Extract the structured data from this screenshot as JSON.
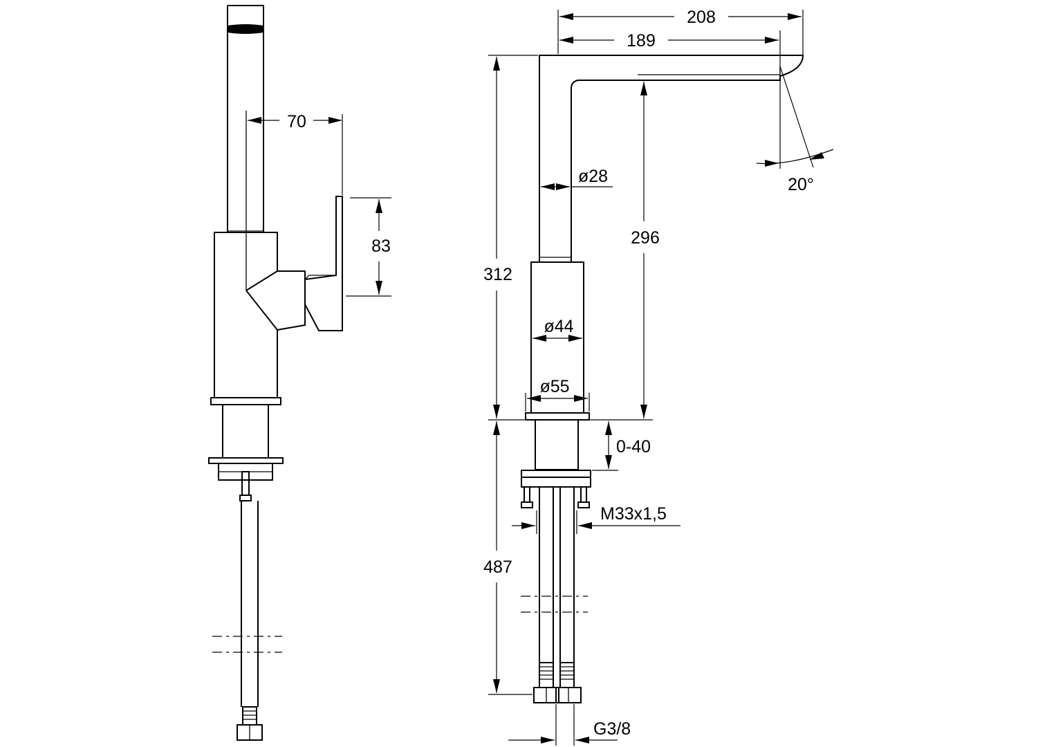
{
  "dimensions": {
    "handle_offset": "70",
    "lever_height": "83",
    "outer_reach": "208",
    "spout_reach": "189",
    "spout_diameter": "ø28",
    "swivel_angle": "20°",
    "total_height": "312",
    "outlet_height": "296",
    "body_diameter": "ø44",
    "base_diameter": "ø55",
    "deck_thickness": "0-40",
    "thread": "M33x1,5",
    "hose_length": "487",
    "connection": "G3/8"
  }
}
